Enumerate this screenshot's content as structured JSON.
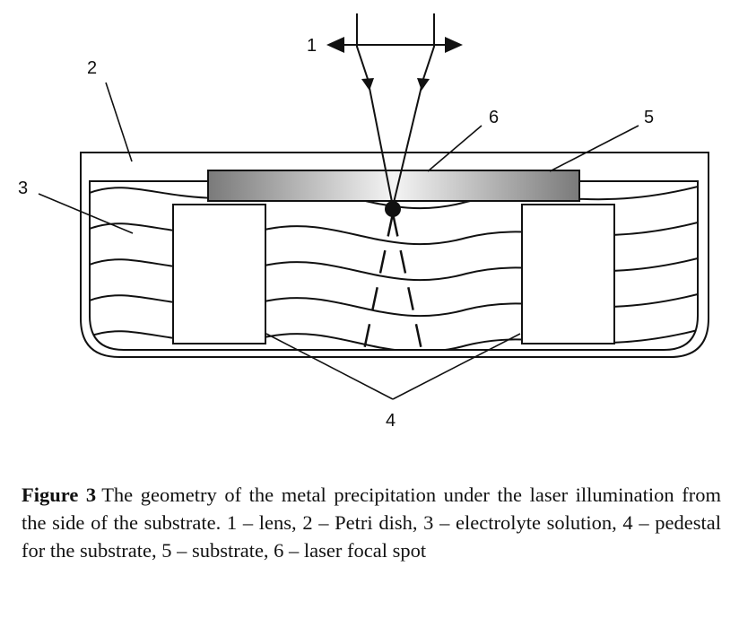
{
  "diagram": {
    "labels": {
      "lens": "1",
      "petri_dish": "2",
      "electrolyte": "3",
      "pedestal": "4",
      "substrate": "5",
      "focal_spot": "6"
    }
  },
  "caption": {
    "label": "Figure 3",
    "text": "The geometry of the metal precipitation under the laser illumination from the side of the substrate. 1 – lens, 2 – Petri dish, 3 – electrolyte solution, 4 – pedestal for the substrate, 5 – substrate, 6 – laser focal spot"
  }
}
